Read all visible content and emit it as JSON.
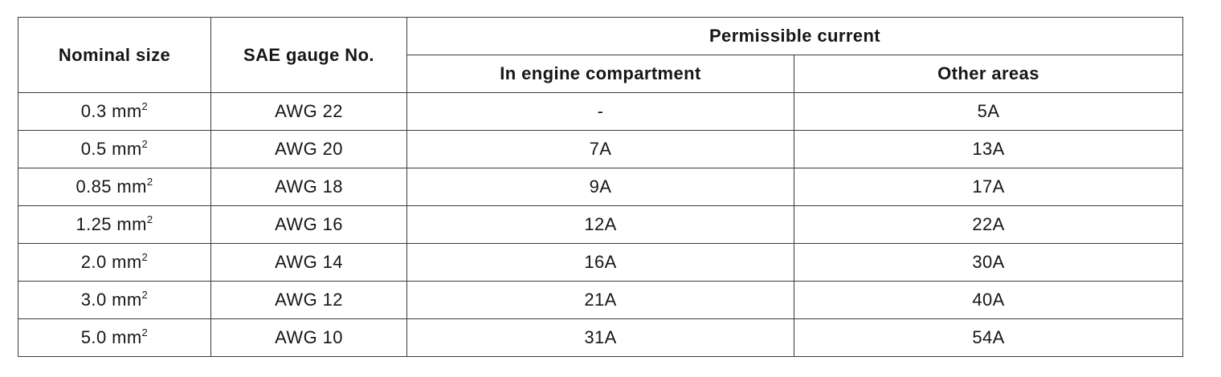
{
  "headers": {
    "nominal_size": "Nominal size",
    "sae_gauge": "SAE gauge No.",
    "permissible_current": "Permissible current",
    "engine_compartment": "In engine compartment",
    "other_areas": "Other areas"
  },
  "rows": [
    {
      "size": "0.3 mm",
      "unit_sup": "2",
      "gauge": "AWG 22",
      "engine": "-",
      "other": "5A"
    },
    {
      "size": "0.5 mm",
      "unit_sup": "2",
      "gauge": "AWG 20",
      "engine": "7A",
      "other": "13A"
    },
    {
      "size": "0.85 mm",
      "unit_sup": "2",
      "gauge": "AWG 18",
      "engine": "9A",
      "other": "17A"
    },
    {
      "size": "1.25 mm",
      "unit_sup": "2",
      "gauge": "AWG 16",
      "engine": "12A",
      "other": "22A"
    },
    {
      "size": "2.0 mm",
      "unit_sup": "2",
      "gauge": "AWG 14",
      "engine": "16A",
      "other": "30A"
    },
    {
      "size": "3.0 mm",
      "unit_sup": "2",
      "gauge": "AWG 12",
      "engine": "21A",
      "other": "40A"
    },
    {
      "size": "5.0 mm",
      "unit_sup": "2",
      "gauge": "AWG 10",
      "engine": "31A",
      "other": "54A"
    }
  ]
}
